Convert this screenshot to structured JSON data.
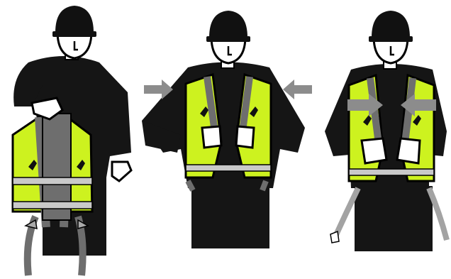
{
  "illustration": {
    "steps": [
      {
        "action": "hold-harness-by-back-d-ring"
      },
      {
        "action": "slip-on-vest-and-grab-chest-straps"
      },
      {
        "action": "connect-chest-buckle"
      }
    ],
    "arrows": [
      "push-in-left",
      "push-in-right"
    ],
    "colors": {
      "outline": "#000000",
      "body": "#151515",
      "vest": "#cdf21f",
      "webbing": "#6e6e6e",
      "webbing_light": "#a3a3a3",
      "reflective": "#c9c9c9",
      "arrow": "#8c8c8c",
      "hand": "#ffffff"
    }
  }
}
